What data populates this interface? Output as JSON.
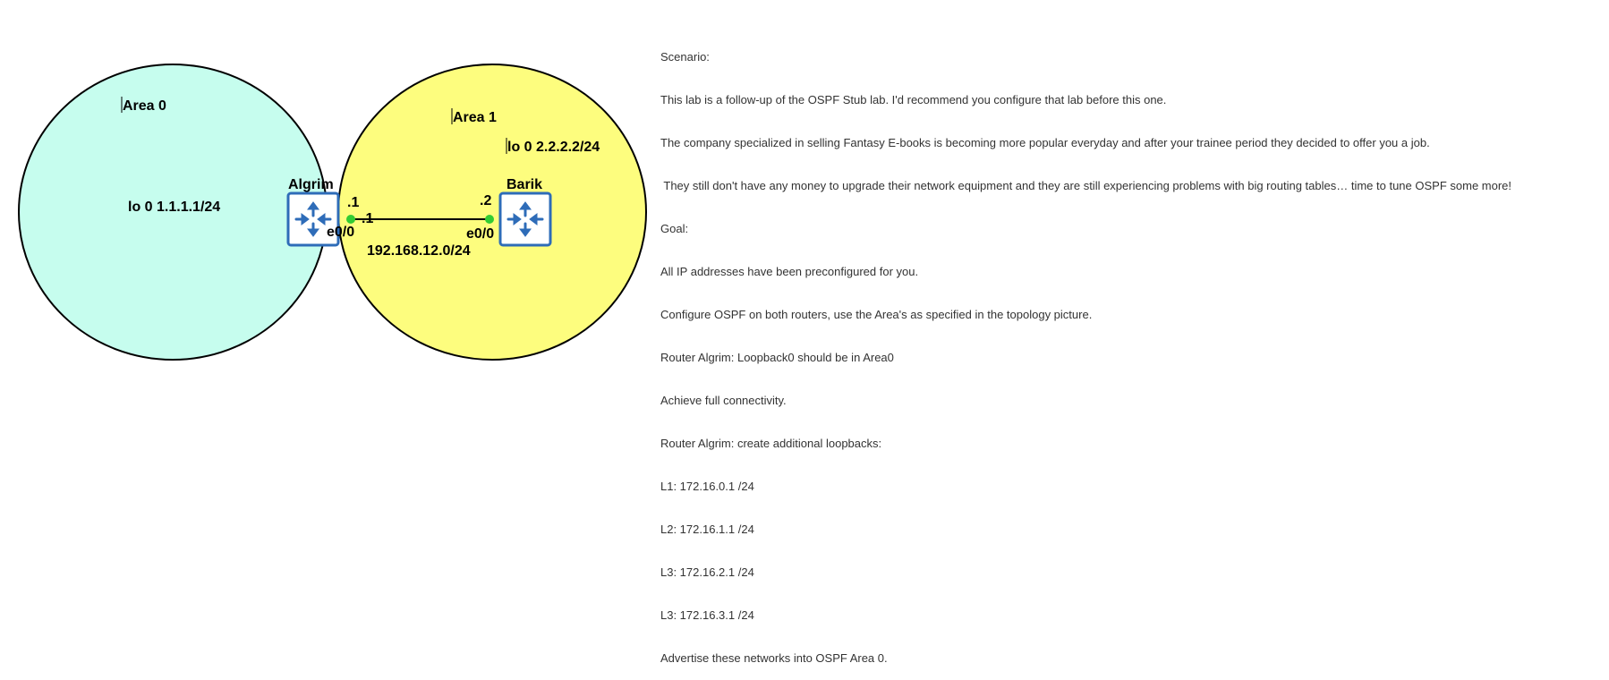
{
  "colors": {
    "area0_fill": "#c6fdee",
    "area1_fill": "#fdfd7e",
    "router_icon": "#2e6cb8",
    "link_dot": "#33cc33"
  },
  "areas": [
    {
      "label": "Area 0",
      "loopback": "lo 0 1.1.1.1/24"
    },
    {
      "label": "Area 1",
      "loopback": "lo 0 2.2.2.2/24"
    }
  ],
  "routers": [
    {
      "name": "Algrim",
      "ip_host": ".1",
      "ip_host_2": ".1",
      "interface": "e0/0",
      "icon": "router-icon"
    },
    {
      "name": "Barik",
      "ip_host": ".2",
      "interface": "e0/0",
      "icon": "router-icon"
    }
  ],
  "link": {
    "network": "192.168.12.0/24"
  },
  "notes": [
    "Scenario:",
    "This lab is a follow-up of the OSPF Stub lab. I'd recommend you configure that lab before this one.",
    "The company specialized in selling Fantasy E-books is becoming more popular everyday and after your trainee period they decided to offer you a job.",
    " They still don't have any money to upgrade their network equipment and they are still experiencing problems with big routing tables… time to tune OSPF some more!",
    "Goal:",
    "All IP addresses have been preconfigured for you.",
    "Configure OSPF on both routers, use the Area's as specified in the topology picture.",
    "Router Algrim: Loopback0 should be in Area0",
    "Achieve full connectivity.",
    "Router Algrim: create additional loopbacks:",
    "L1: 172.16.0.1 /24",
    "L2: 172.16.1.1 /24",
    "L3: 172.16.2.1 /24",
    "L3: 172.16.3.1 /24",
    "Advertise these networks into OSPF Area 0."
  ]
}
